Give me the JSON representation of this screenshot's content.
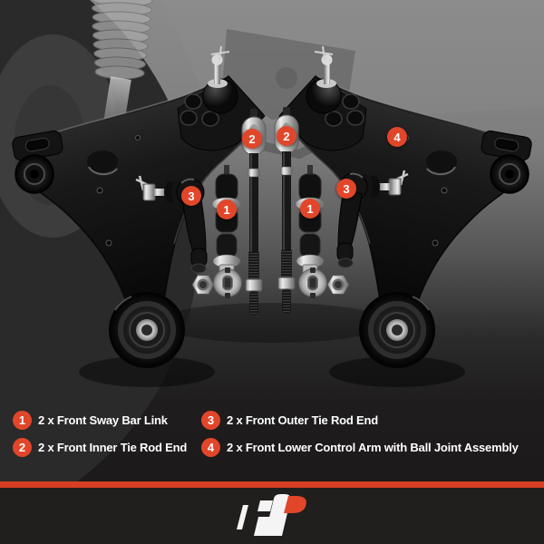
{
  "colors": {
    "accent": "#e2462a",
    "stripe": "#d63d23",
    "footer_bg": "#211e1e",
    "legend_text": "#ffffff",
    "badge_text": "#ffffff"
  },
  "photo": {
    "badges": [
      {
        "label": "2"
      },
      {
        "label": "2"
      },
      {
        "label": "1"
      },
      {
        "label": "1"
      },
      {
        "label": "3"
      },
      {
        "label": "3"
      },
      {
        "label": "4"
      }
    ]
  },
  "legend": {
    "items": [
      {
        "num": "1",
        "label": "2 x Front Sway Bar Link"
      },
      {
        "num": "2",
        "label": "2 x Front Inner Tie Rod End"
      },
      {
        "num": "3",
        "label": "2 x Front Outer Tie Rod End"
      },
      {
        "num": "4",
        "label": "2 x Front Lower Control Arm with Ball Joint Assembly"
      }
    ]
  },
  "footer": {
    "logo_icon": "a-premium-logo"
  }
}
